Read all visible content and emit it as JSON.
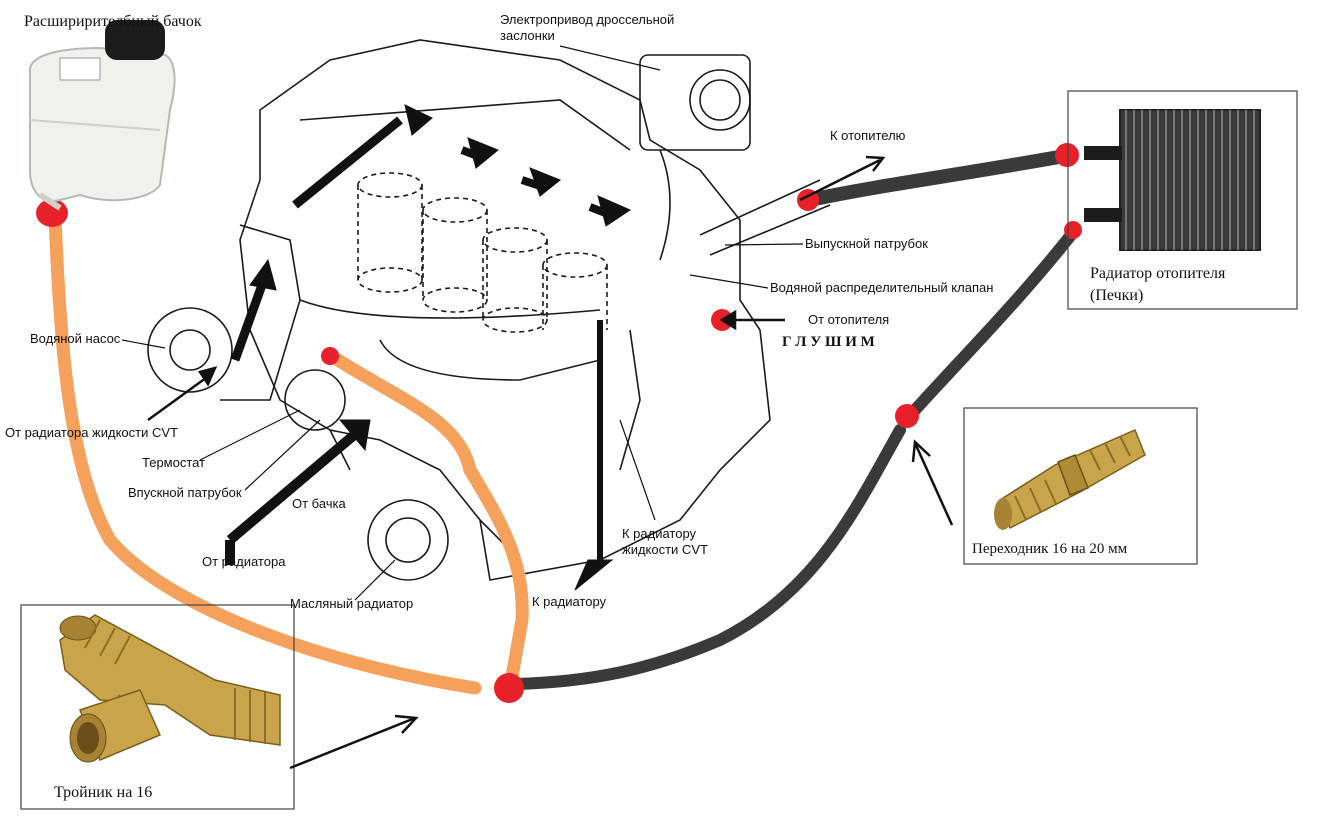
{
  "labels": {
    "expansion_tank": "Расширирителбный бачок",
    "throttle_line1": "Электропривод дроссельной",
    "throttle_line2": "заслонки",
    "to_heater": "К отопителю",
    "outlet_pipe": "Выпускной патрубок",
    "water_valve": "Водяной распределительный клапан",
    "from_heater": "От отопителя",
    "plug_note": "Г Л У Ш И М",
    "water_pump": "Водяной насос",
    "from_cvt_radiator": "От радиатора жидкости CVT",
    "thermostat": "Термостат",
    "inlet_pipe": "Впускной патрубок",
    "from_tank": "От бачка",
    "from_radiator": "От радиатора",
    "oil_cooler": "Масляный радиатор",
    "to_cvt_line1": "К радиатору",
    "to_cvt_line2": "жидкости CVT",
    "to_radiator": "К радиатору",
    "heater_core_line1": "Радиатор отопителя",
    "heater_core_line2": "(Печки)",
    "adapter": "Переходник 16 на 20 мм",
    "tee": "Тройник на 16"
  },
  "colors": {
    "orange_hose": "#f5a15c",
    "dark_hose": "#3a3a3a",
    "joint_red": "#e8202a",
    "brass": "#c9a44a",
    "outline": "#1a1a1a"
  },
  "icons": {
    "expansion_tank": "expansion-tank-icon",
    "heater_core": "heater-core-icon",
    "tee_fitting": "tee-fitting-icon",
    "adapter_fitting": "adapter-fitting-icon"
  }
}
